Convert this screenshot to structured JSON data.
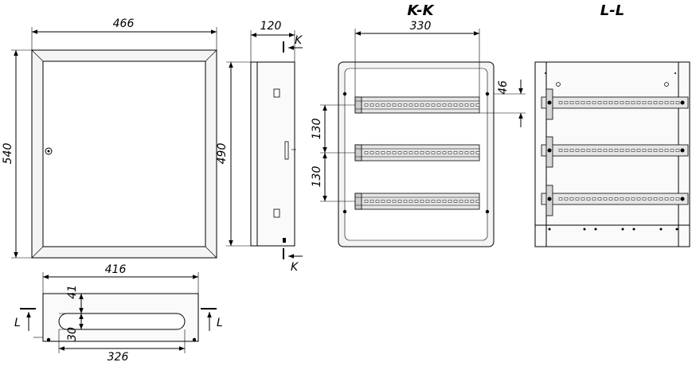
{
  "dimensions": {
    "front_width": "466",
    "front_height": "540",
    "side_depth": "120",
    "side_height": "490",
    "inner_width": "330",
    "rail_offset": "46",
    "rail_pitch_1": "130",
    "rail_pitch_2": "130",
    "bottom_width": "416",
    "bottom_depth": "41",
    "bottom_slot": "30",
    "bottom_inner": "326"
  },
  "section_labels": {
    "kk": "K-K",
    "ll": "L-L",
    "k_marker": "K",
    "l_marker": "L"
  }
}
